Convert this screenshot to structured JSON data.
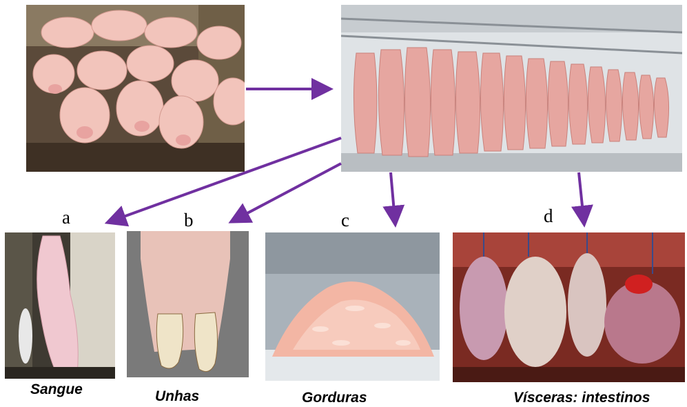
{
  "panels": [
    {
      "id": "a",
      "letter": "a",
      "caption": "Sangue",
      "icon": "pig-carcass-bleeding"
    },
    {
      "id": "b",
      "letter": "b",
      "caption": "Unhas",
      "icon": "pig-hoof"
    },
    {
      "id": "c",
      "letter": "c",
      "caption": "Gorduras",
      "icon": "pork-fat-pile"
    },
    {
      "id": "d",
      "letter": "d",
      "caption": "Vísceras: intestinos",
      "icon": "hanging-viscera"
    }
  ],
  "top": {
    "source_icon": "pigs-in-pen",
    "process_icon": "hanging-carcasses"
  },
  "colors": {
    "arrow": "#7030A0"
  }
}
